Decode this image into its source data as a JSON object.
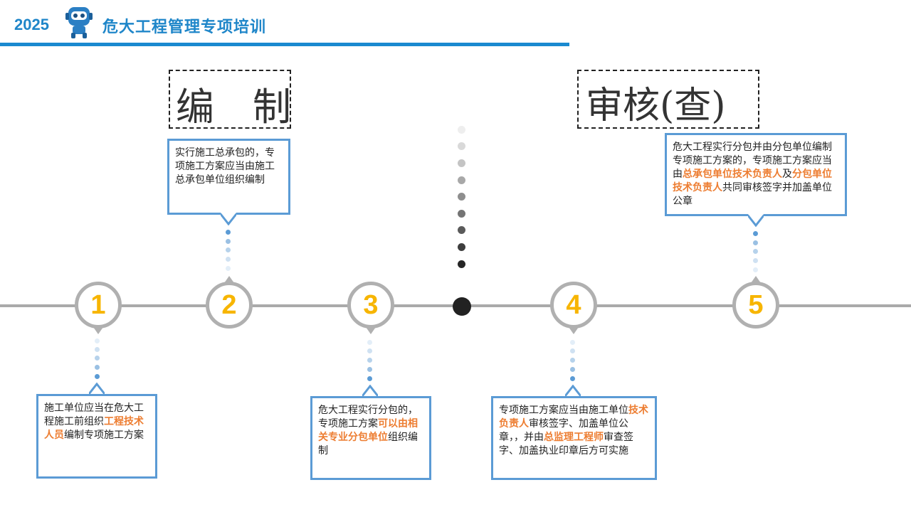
{
  "header": {
    "year": "2025",
    "title": "危大工程管理专项培训",
    "robot_icon": "robot-mascot-icon",
    "accent_color": "#1a8ad0"
  },
  "sections": {
    "left_heading": "编　制",
    "right_heading": "审核(查)"
  },
  "steps": [
    {
      "num": "1",
      "parts": [
        "施工单位应当在危大工程施工前组织",
        "工程技术人员",
        "编制专项施工方案"
      ]
    },
    {
      "num": "2",
      "parts": [
        "实行施工总承包的，专项施工方案应当由施工总承包单位组织编制"
      ]
    },
    {
      "num": "3",
      "parts": [
        "危大工程实行分包的，专项施工方案",
        "可以由相关专业分包单位",
        "组织编制"
      ]
    },
    {
      "num": "4",
      "parts": [
        "专项施工方案应当由施工单位",
        "技术负责人",
        "审核签字、加盖单位公章，，并由",
        "总监理工程师",
        "审查签字、加盖执业印章后方可实施"
      ]
    },
    {
      "num": "5",
      "parts": [
        "危大工程实行分包并由分包单位编制专项施工方案的，专项施工方案应当由",
        "总承包单位技术负责人",
        "及",
        "分包单位技术负责人",
        "共同审核签字并加盖单位公章"
      ]
    }
  ],
  "colors": {
    "highlight": "#ed7d31",
    "number": "#f7b500",
    "box_border": "#5b9bd5",
    "timeline": "#aaaaaa"
  }
}
